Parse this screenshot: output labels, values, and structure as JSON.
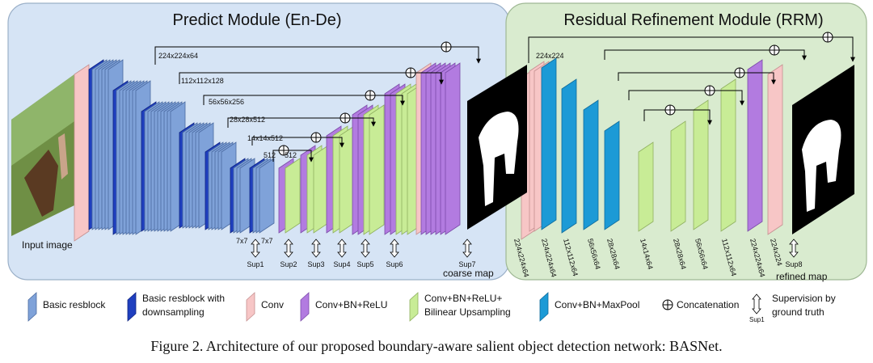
{
  "modules": {
    "predict_title": "Predict Module (En-De)",
    "rrm_title": "Residual Refinement Module (RRM)"
  },
  "labels": {
    "input_image": "Input image",
    "coarse_map": "coarse map",
    "refined_map": "refined map"
  },
  "encoder_sizes": [
    "224x224x64",
    "112x112x128",
    "56x56x256",
    "28x28x512",
    "14x14x512",
    "512",
    "512",
    "7x7",
    "7x7"
  ],
  "sup_labels": [
    "Sup1",
    "Sup2",
    "Sup3",
    "Sup4",
    "Sup5",
    "Sup6",
    "Sup7",
    "Sup8"
  ],
  "rrm_top_label": "224x224",
  "rrm_bottom_labels": [
    "224x224x64",
    "224x224x64",
    "112x112x64",
    "56x56x64",
    "28x28x64",
    "14x14x64",
    "28x28x64",
    "56x56x64",
    "112x112x64",
    "224x224x64",
    "224x224"
  ],
  "legend": {
    "basic": "Basic resblock",
    "down1": "Basic resblock with",
    "down2": "downsampling",
    "conv": "Conv",
    "cbr": "Conv+BN+ReLU",
    "up1": "Conv+BN+ReLU+",
    "up2": "Bilinear Upsampling",
    "pool": "Conv+BN+MaxPool",
    "concat": "Concatenation",
    "sup1": "Supervision by",
    "sup2": "ground truth",
    "sup_small": "Sup1"
  },
  "caption": "Figure 2. Architecture of our proposed boundary-aware salient object detection network: BASNet.",
  "colors": {
    "predict_bg": "#d6e4f5",
    "rrm_bg": "#d9ebcf",
    "basic": "#7fa2d9",
    "down": "#1f3fbf",
    "conv": "#f7c6c6",
    "cbr": "#b27be0",
    "up": "#c8ec96",
    "pool": "#1c9ad6"
  }
}
